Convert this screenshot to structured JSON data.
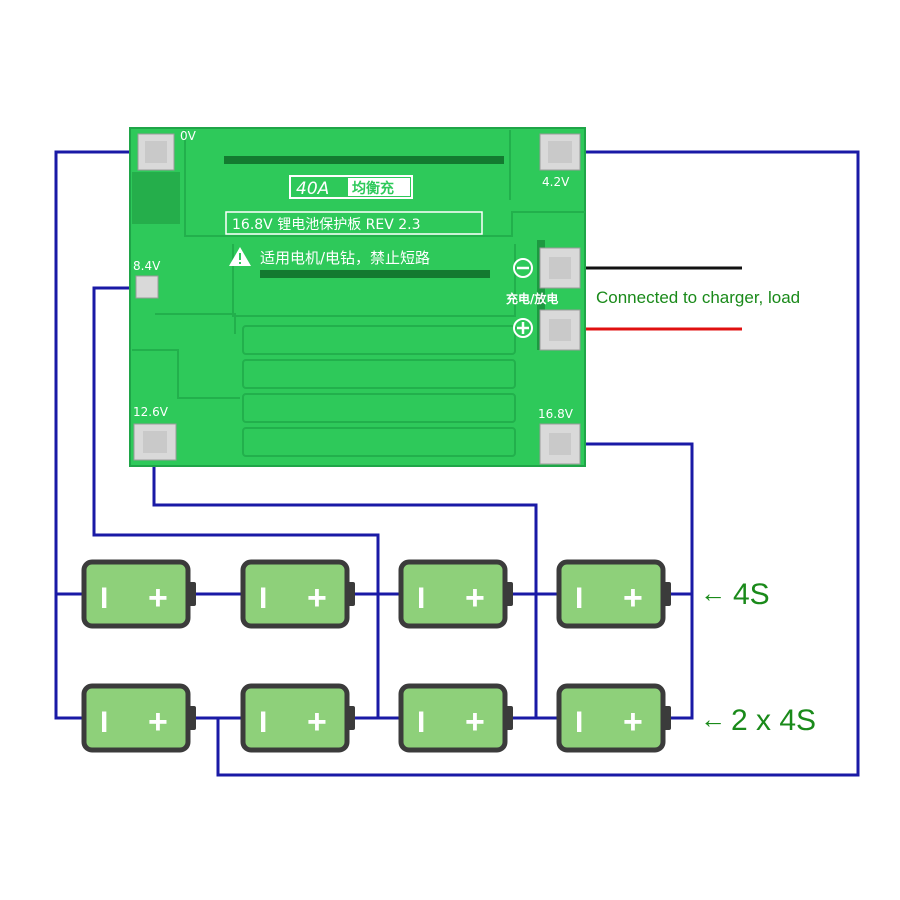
{
  "board": {
    "current_badge": "40A",
    "balance_label": "均衡充",
    "title_line": "16.8V 锂电池保护板 REV 2.3",
    "warning_line": "适用电机/电钻，禁止短路",
    "charge_discharge_label": "充电/放电",
    "pads": {
      "p0v": "0V",
      "p4v2": "4.2V",
      "p8v4": "8.4V",
      "p12v6": "12.6V",
      "p16v8": "16.8V"
    }
  },
  "annotations": {
    "charger_text": "Connected to charger, load",
    "config_4s": "4S",
    "config_2x4s": "2 x 4S",
    "arrow": "←"
  },
  "battery": {
    "minus_symbol": "I",
    "plus_symbol": "+",
    "rows": 2,
    "per_row": 4
  },
  "colors": {
    "wire": "#1a1aa6",
    "pcb": "#2ec95a",
    "pcb_trace": "#4ad874",
    "battery_body": "#8ed07a",
    "battery_border": "#3b3b3b",
    "negative_wire": "#111111",
    "positive_wire": "#e01010",
    "label_green": "#1a8a1a"
  },
  "icons": [
    "warning-icon",
    "minus-circle-icon",
    "plus-circle-icon",
    "arrow-left-icon"
  ]
}
